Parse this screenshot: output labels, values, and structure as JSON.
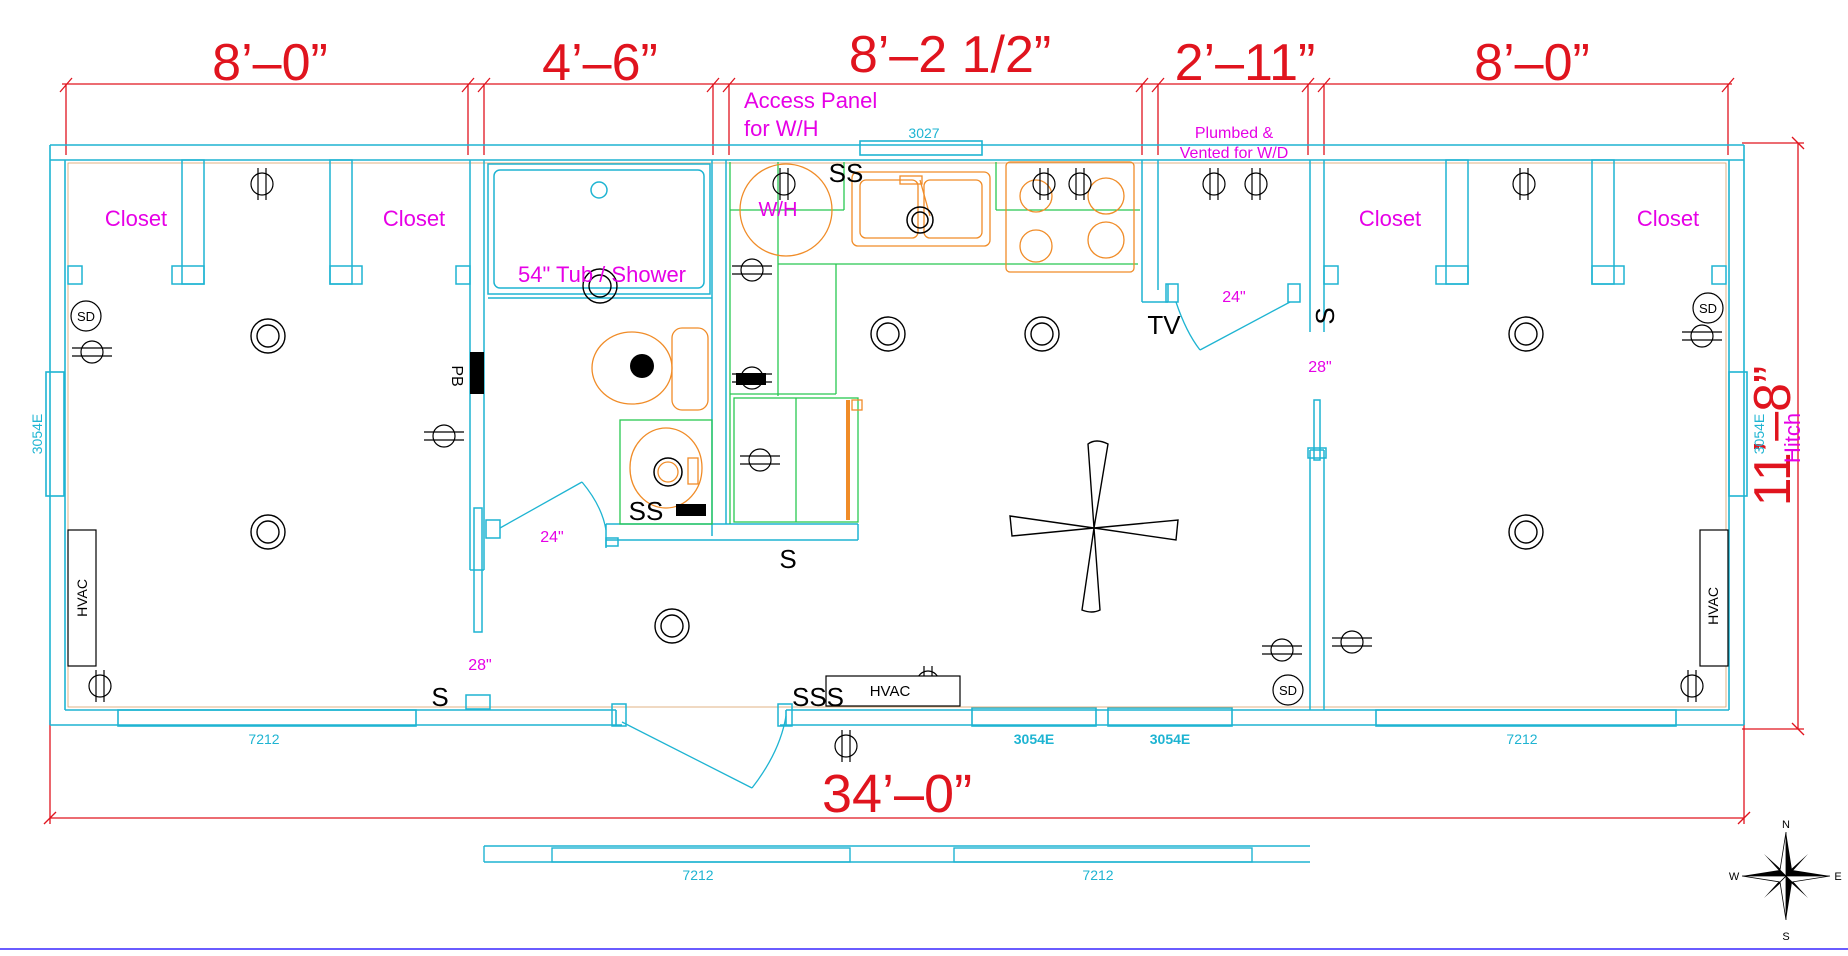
{
  "colors": {
    "dimension": "#e0141e",
    "wall": "#1eb4d2",
    "label": "#e600e6",
    "fixture": "#f08c28",
    "cabinet": "#28c850",
    "ink": "#000000"
  },
  "dimensions": {
    "top": [
      "8’–0”",
      "4’–6”",
      "8’–2 1/2”",
      "2’–11”",
      "8’–0”"
    ],
    "overall_length": "34’–0”",
    "overall_width": "11’–8”"
  },
  "rooms": {
    "closet_1": "Closet",
    "closet_2": "Closet",
    "closet_3": "Closet",
    "closet_4": "Closet",
    "tub": "54\" Tub / Shower",
    "access_panel_line1": "Access Panel",
    "access_panel_line2": "for W/H",
    "water_heater": "W/H",
    "plumbed_line1": "Plumbed &",
    "plumbed_line2": "Vented for W/D",
    "hitch": "Hitch"
  },
  "doors": {
    "bath_door": "24\"",
    "laundry_door": "24\"",
    "left_opening": "28\"",
    "right_opening": "28\""
  },
  "windows": {
    "top": "3027",
    "left": "3054E",
    "right": "3054E",
    "bottom_left": "7212",
    "bottom_mid_1": "3054E",
    "bottom_mid_2": "3054E",
    "bottom_right": "7212",
    "lower_1": "7212",
    "lower_2": "7212"
  },
  "symbols": {
    "smoke": "SD",
    "hvac": "HVAC",
    "switch": "S",
    "switch_2": "SS",
    "switch_3": "SSS",
    "panel_box": "PB",
    "tv": "TV"
  },
  "compass": {
    "n": "N",
    "s": "S",
    "e": "E",
    "w": "W"
  }
}
